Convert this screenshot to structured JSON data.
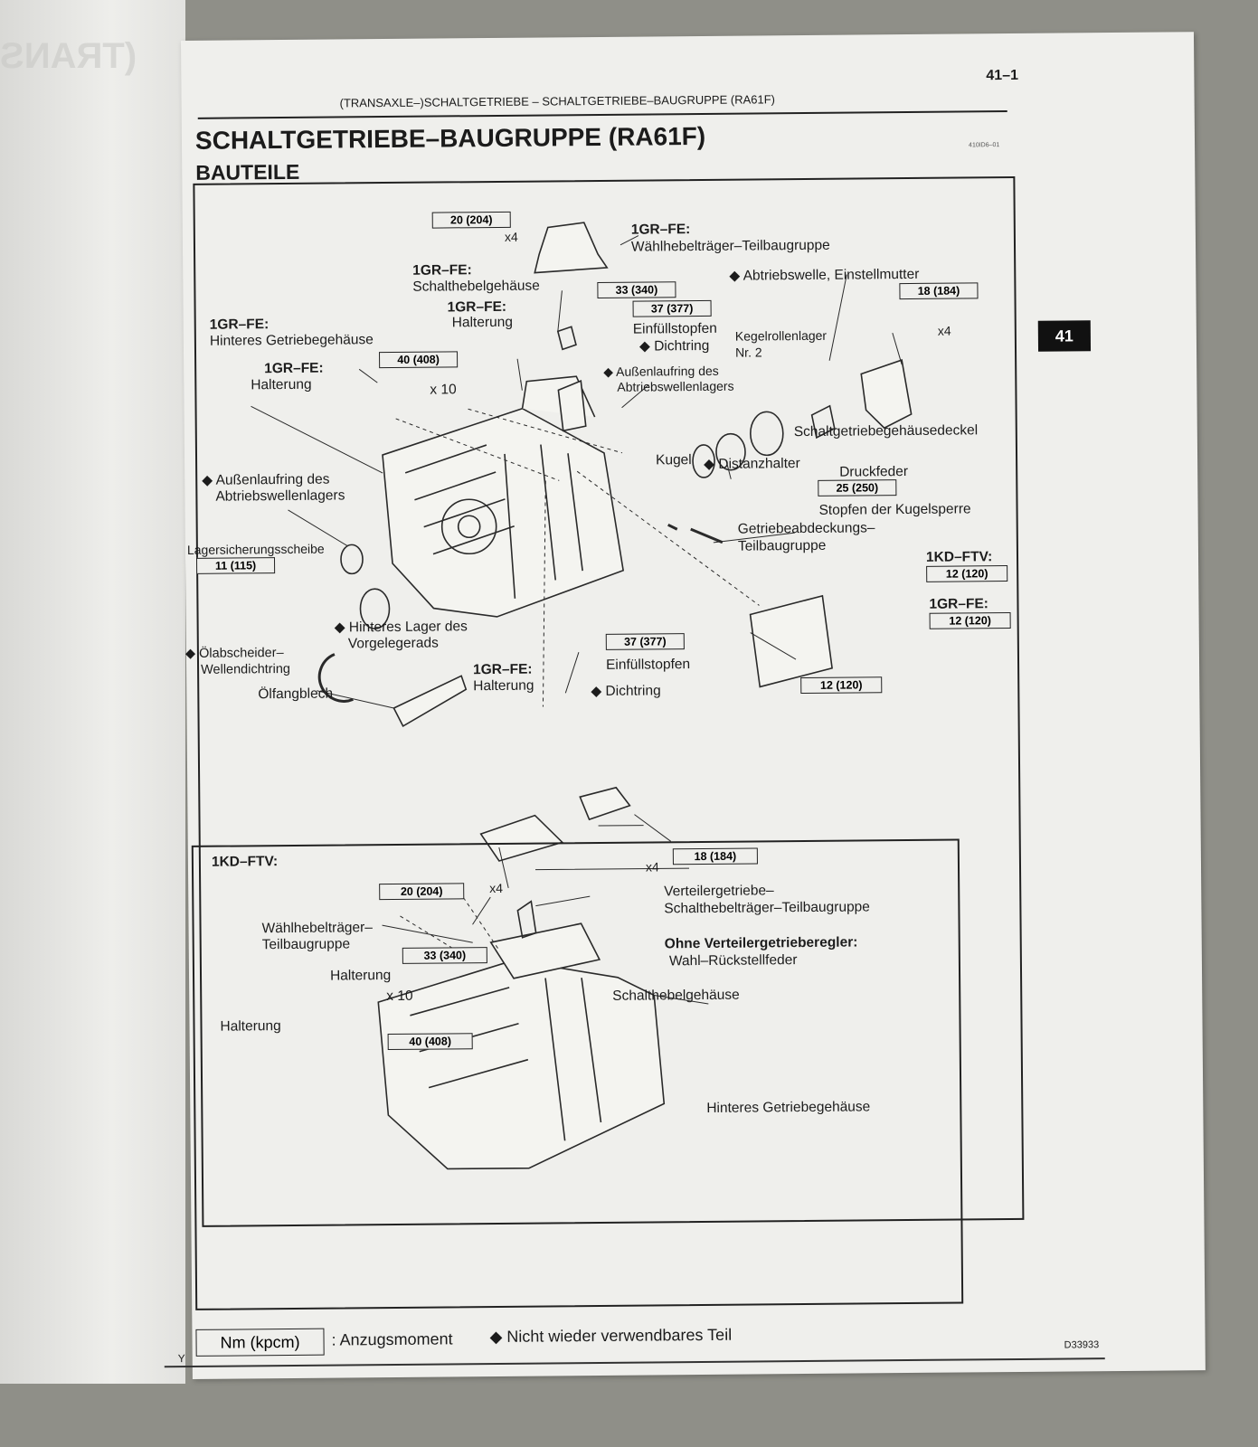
{
  "page": {
    "page_number": "41–1",
    "header": "(TRANSAXLE–)SCHALTGETRIEBE  –  SCHALTGETRIEBE–BAUGRUPPE (RA61F)",
    "title": "SCHALTGETRIEBE–BAUGRUPPE (RA61F)",
    "subtitle": "BAUTEILE",
    "code_small": "410ID6–01",
    "section_tab": "41",
    "figure_code": "D33933",
    "corner_letter": "Y",
    "left_page_ghost": "(TRANS"
  },
  "upper": {
    "labels": [
      "1GR–FE:",
      "Wählhebelträger–Teilbaugruppe",
      "1GR–FE:",
      "Schalthebelgehäuse",
      "1GR–FE:",
      "Halterung",
      "1GR–FE:",
      "Hinteres Getriebegehäuse",
      "1GR–FE:",
      "Halterung",
      "◆ Abtriebswelle, Einstellmutter",
      "Einfüllstopfen",
      "◆ Dichtring",
      "Kegelrollenlager",
      "Nr. 2",
      "◆ Außenlaufring des",
      "Abtriebswellenlagers",
      "Schaltgetriebegehäusedeckel",
      "◆ Außenlaufring des",
      "Abtriebswellenlagers",
      "Kugel",
      "◆ Distanzhalter",
      "Druckfeder",
      "Stopfen der Kugelsperre",
      "Getriebeabdeckungs–",
      "Teilbaugruppe",
      "Lagersicherungsscheibe",
      "1KD–FTV:",
      "1GR–FE:",
      "◆ Hinteres Lager des",
      "Vorgelegerads",
      "◆ Ölabscheider–",
      "Wellendichtring",
      "Ölfangblech",
      "1GR–FE:",
      "Halterung",
      "Einfüllstopfen",
      "◆ Dichtring",
      "x4",
      "x4",
      "x 10"
    ],
    "torques": [
      "20 (204)",
      "33 (340)",
      "37 (377)",
      "18 (184)",
      "40 (408)",
      "25 (250)",
      "11 (115)",
      "12 (120)",
      "12 (120)",
      "37 (377)",
      "12 (120)"
    ]
  },
  "lower": {
    "title": "1KD–FTV:",
    "labels": [
      "Verteilergetriebe–",
      "Schalthebelträger–Teilbaugruppe",
      "Wählhebelträger–",
      "Teilbaugruppe",
      "Ohne Verteilergetrieberegler:",
      "Wahl–Rückstellfeder",
      "Halterung",
      "Schalthebelgehäuse",
      "Halterung",
      "Hinteres Getriebegehäuse",
      "x4",
      "x4",
      "x 10"
    ],
    "torques": [
      "18 (184)",
      "20 (204)",
      "33 (340)",
      "40 (408)"
    ]
  },
  "legend": {
    "unit": "Nm (kpcm)",
    "torque_text": ": Anzugsmoment",
    "nonreusable_text": "◆ Nicht wieder verwendbares Teil"
  }
}
